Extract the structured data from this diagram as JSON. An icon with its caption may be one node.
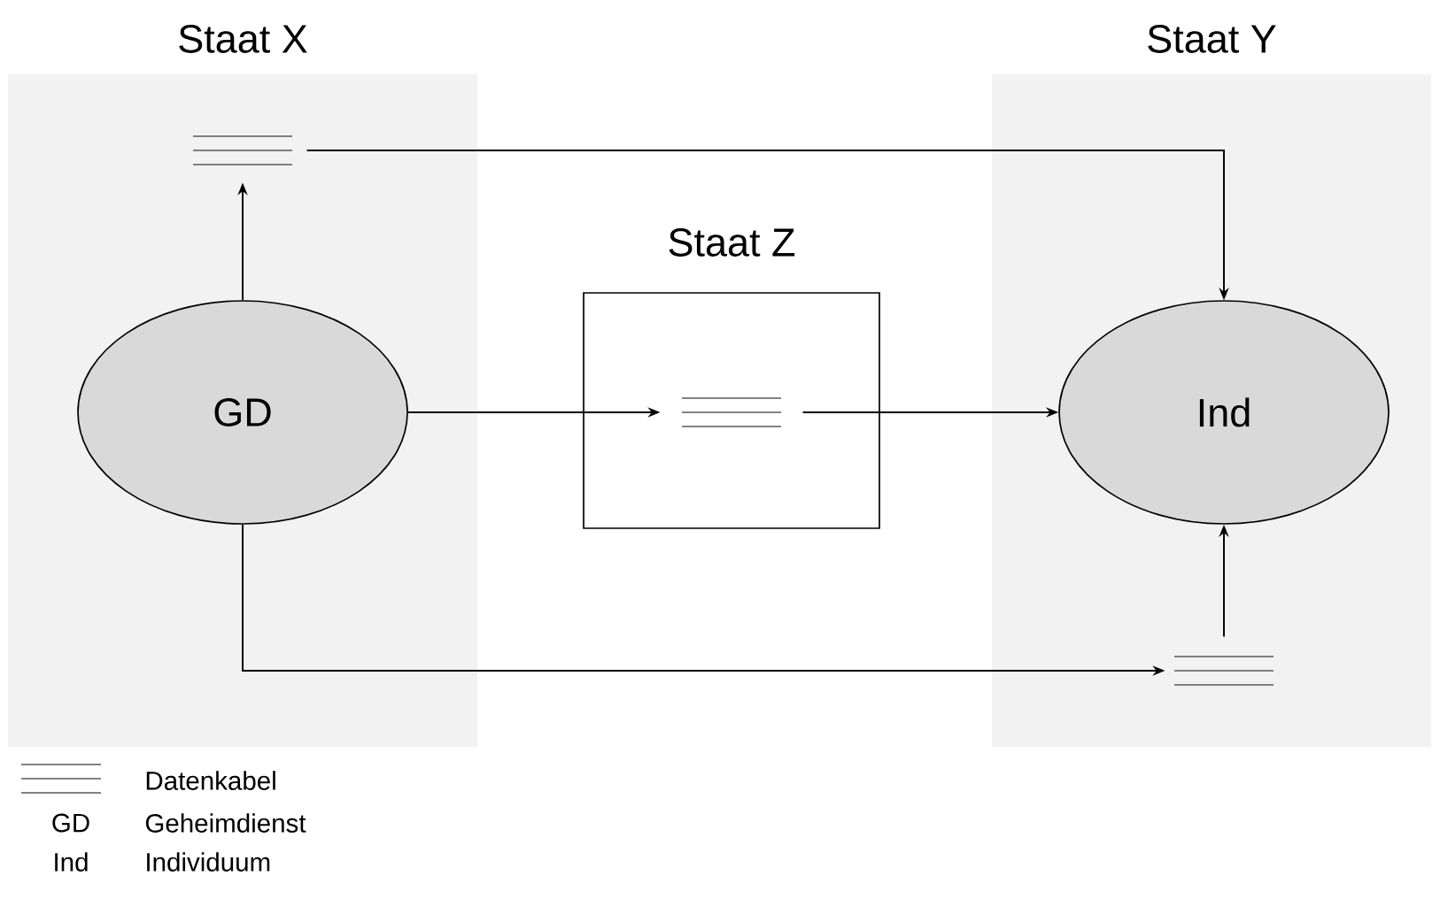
{
  "diagram": {
    "nodes": [
      {
        "text": [
          "Staat X"
        ]
      },
      {
        "text": [
          "Staat Y"
        ]
      },
      {
        "text": [
          "Staat Z"
        ]
      },
      {
        "text": [
          "GD"
        ],
        "in": 0
      },
      {
        "text": [
          "Ind"
        ],
        "in": 1
      },
      {
        "text": [],
        "shape": "lines",
        "in": 0
      },
      {
        "text": [],
        "shape": "lines",
        "in": 2
      },
      {
        "text": [],
        "shape": "lines",
        "in": 1
      }
    ],
    "edges": [
      {
        "from": 3,
        "to": 5,
        "arrow": "to"
      },
      {
        "from": 5,
        "to": 4,
        "arrow": "to"
      },
      {
        "from": 3,
        "to": 6,
        "arrow": "to"
      },
      {
        "from": 6,
        "to": 4,
        "arrow": "to"
      },
      {
        "from": 3,
        "to": 7,
        "arrow": "to"
      },
      {
        "from": 7,
        "to": 4,
        "arrow": "to"
      }
    ],
    "labels": [
      "GD",
      "Geheimdienst",
      "Ind",
      "Individuum"
    ],
    "legend": [
      {
        "text": "Datenkabel"
      }
    ]
  }
}
